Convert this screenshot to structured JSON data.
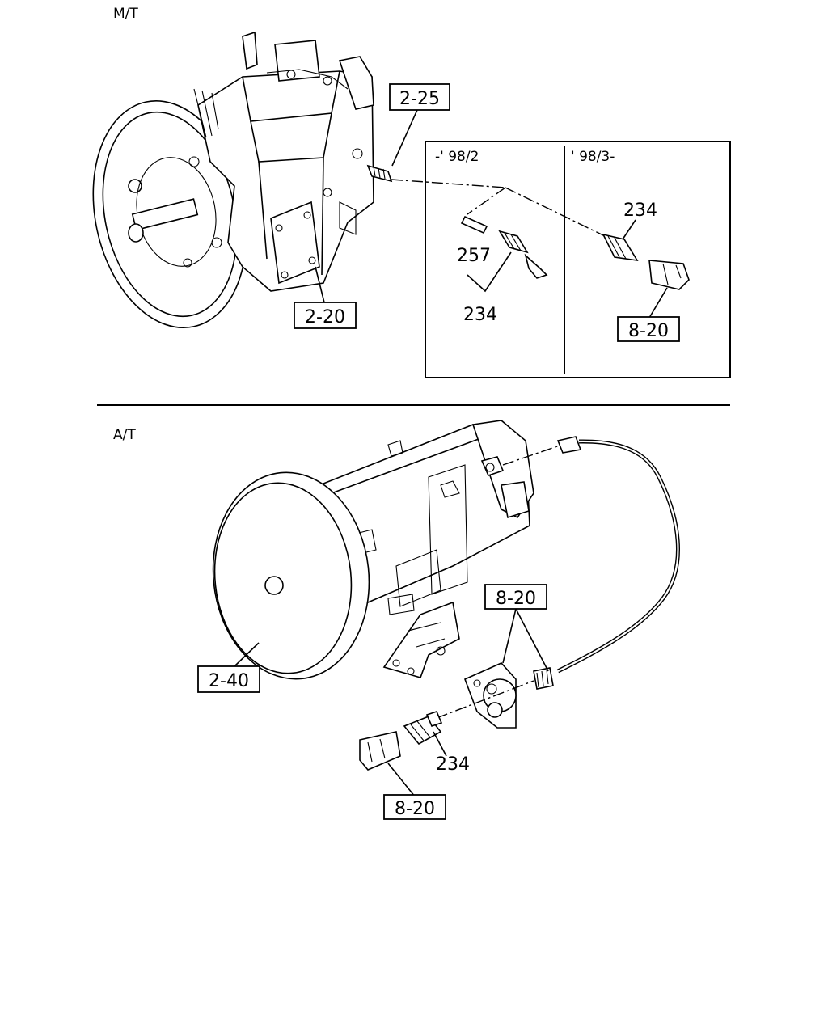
{
  "sections": {
    "mt": "M/T",
    "at": "A/T"
  },
  "inset": {
    "left_period": "-' 98/2",
    "right_period": "' 98/3-"
  },
  "refs": {
    "mt_2_25": "2-25",
    "mt_2_20": "2-20",
    "inset_234_right": "234",
    "inset_257": "257",
    "inset_234_left": "234",
    "inset_8_20": "8-20",
    "at_8_20_top": "8-20",
    "at_2_40": "2-40",
    "at_234": "234",
    "at_8_20_bottom": "8-20"
  }
}
